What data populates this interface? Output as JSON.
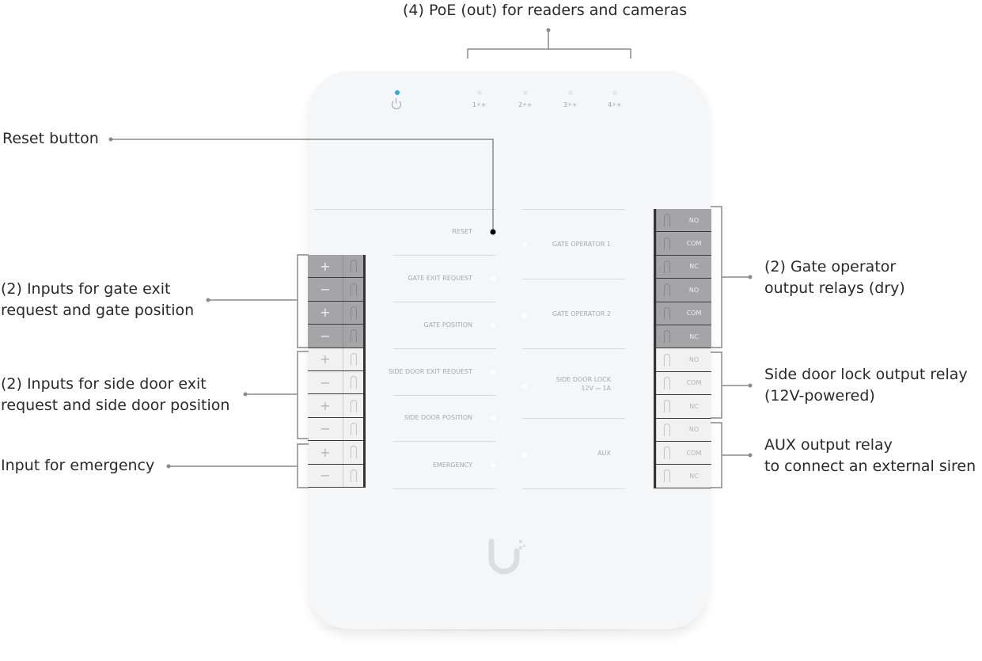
{
  "callouts": {
    "poe": "(4) PoE (out) for readers and cameras",
    "reset": "Reset button",
    "gate_inputs": [
      "(2) Inputs for gate exit",
      "request and gate position"
    ],
    "side_inputs": [
      "(2) Inputs for side door exit",
      "request and side door position"
    ],
    "emergency": "Input for emergency",
    "gate_relays": [
      "(2) Gate operator",
      "output relays (dry)"
    ],
    "side_lock": [
      "Side door lock output relay",
      "(12V-powered)"
    ],
    "aux": [
      "AUX output relay",
      "to connect an external siren"
    ]
  },
  "device": {
    "power_led_color": "#2aa8f0",
    "poe_ports": [
      "1⚡+",
      "2⚡+",
      "3⚡+",
      "4⚡+"
    ],
    "left_panel": [
      "RESET",
      "GATE EXIT REQUEST",
      "GATE POSITION",
      "SIDE DOOR EXIT REQUEST",
      "SIDE DOOR POSITION",
      "EMERGENCY"
    ],
    "right_panel": [
      "GATE OPERATOR 1",
      "GATE OPERATOR 2",
      "SIDE DOOR LOCK",
      "12V ⎓ 1A",
      "AUX"
    ],
    "left_terminals": [
      "+",
      "−",
      "+",
      "−",
      "+",
      "−",
      "+",
      "−",
      "+",
      "−"
    ],
    "right_terminals": [
      "NO",
      "COM",
      "NC",
      "NO",
      "COM",
      "NC",
      "NO",
      "COM",
      "NC",
      "NO",
      "COM",
      "NC"
    ]
  }
}
